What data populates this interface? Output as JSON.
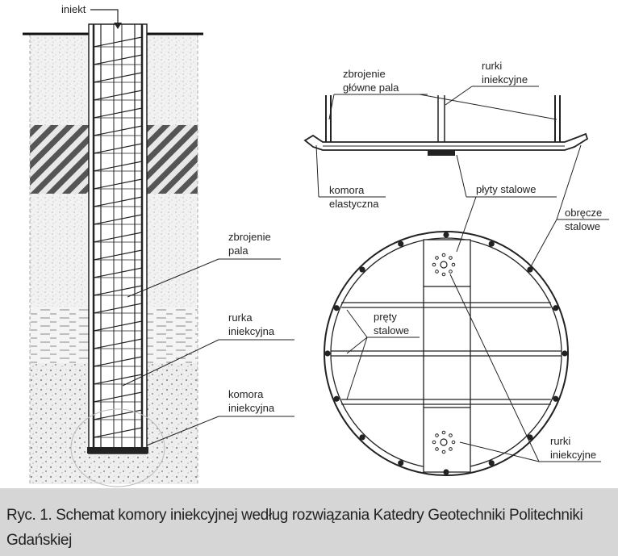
{
  "labels": {
    "iniekt": "iniekt",
    "zbrojenie_pala_1": "zbrojenie",
    "zbrojenie_pala_2": "pala",
    "rurka_1": "rurka",
    "rurka_2": "iniekcyjna",
    "komora_ini_1": "komora",
    "komora_ini_2": "iniekcyjna",
    "zbrojenie_glowne_1": "zbrojenie",
    "zbrojenie_glowne_2": "główne pala",
    "rurki_top_1": "rurki",
    "rurki_top_2": "iniekcyjne",
    "komora_el_1": "komora",
    "komora_el_2": "elastyczna",
    "plyty": "płyty stalowe",
    "obrecze_1": "obręcze",
    "obrecze_2": "stalowe",
    "prety_1": "pręty",
    "prety_2": "stalowe",
    "rurki_bot_1": "rurki",
    "rurki_bot_2": "iniekcyjne"
  },
  "caption": "Ryc. 1. Schemat komory iniekcyjnej według rozwiązania Katedry Geotechniki Politechniki Gdańskiej",
  "colors": {
    "caption_bg": "#d6d6d6",
    "line": "#222222",
    "soil": "#ececec"
  }
}
